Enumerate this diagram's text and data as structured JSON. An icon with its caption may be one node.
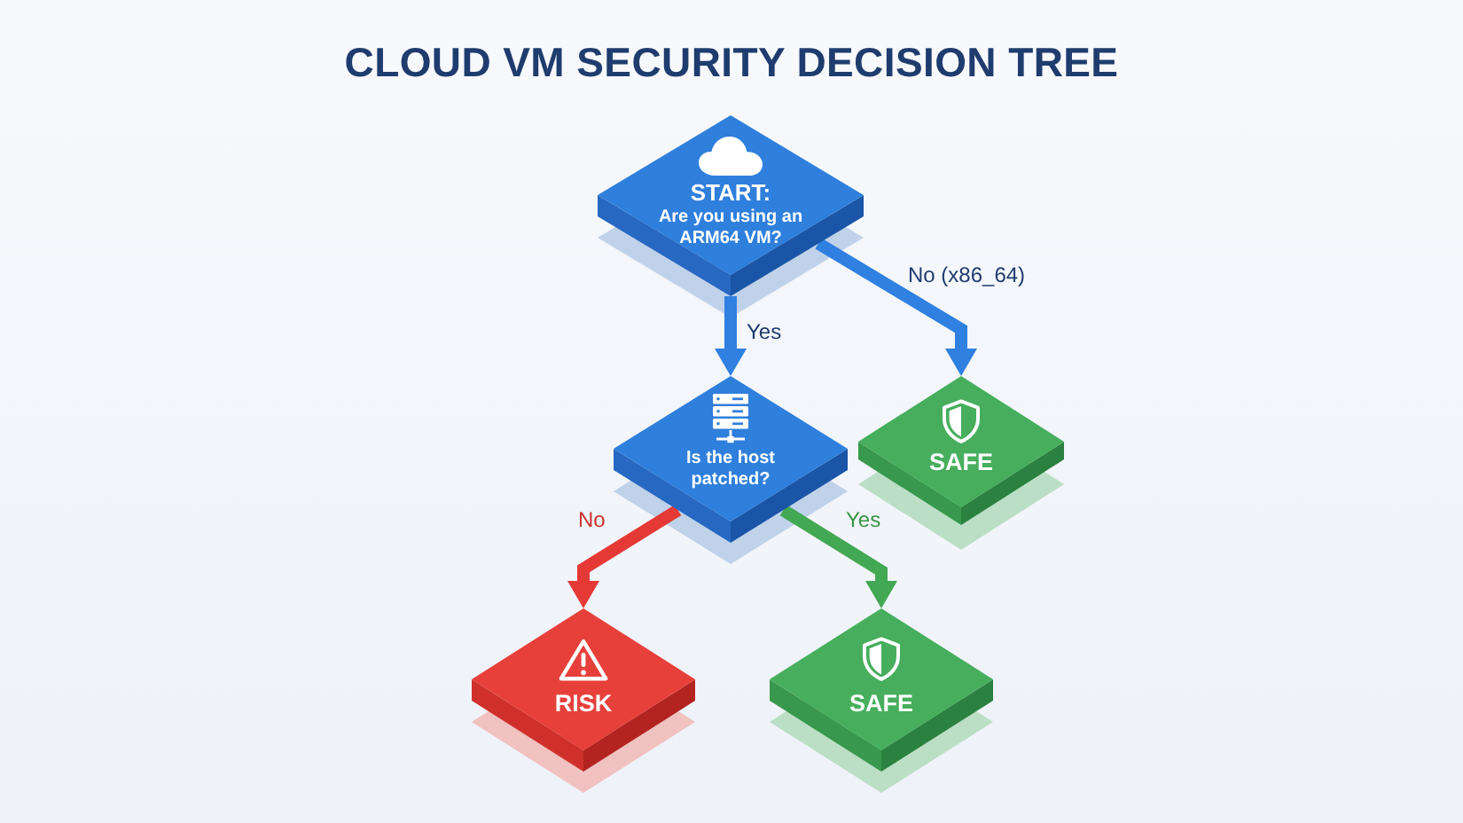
{
  "diagram": {
    "title": "CLOUD VM SECURITY DECISION TREE",
    "nodes": [
      {
        "text": [
          "START:",
          "Are you using an ARM64 VM?"
        ]
      },
      {
        "text": [
          "Is the host patched?"
        ]
      },
      {
        "text": [
          "SAFE"
        ]
      },
      {
        "text": [
          "RISK"
        ]
      },
      {
        "text": [
          "SAFE"
        ]
      }
    ],
    "edges": [
      {
        "from": 0,
        "to": 1,
        "arrow": "to",
        "label": "Yes"
      },
      {
        "from": 0,
        "to": 2,
        "arrow": "to",
        "label": "No (x86_64)"
      },
      {
        "from": 1,
        "to": 3,
        "arrow": "to",
        "label": "No",
        "color": "#e53935"
      },
      {
        "from": 1,
        "to": 4,
        "arrow": "to",
        "label": "Yes",
        "color": "#43a853"
      }
    ]
  }
}
